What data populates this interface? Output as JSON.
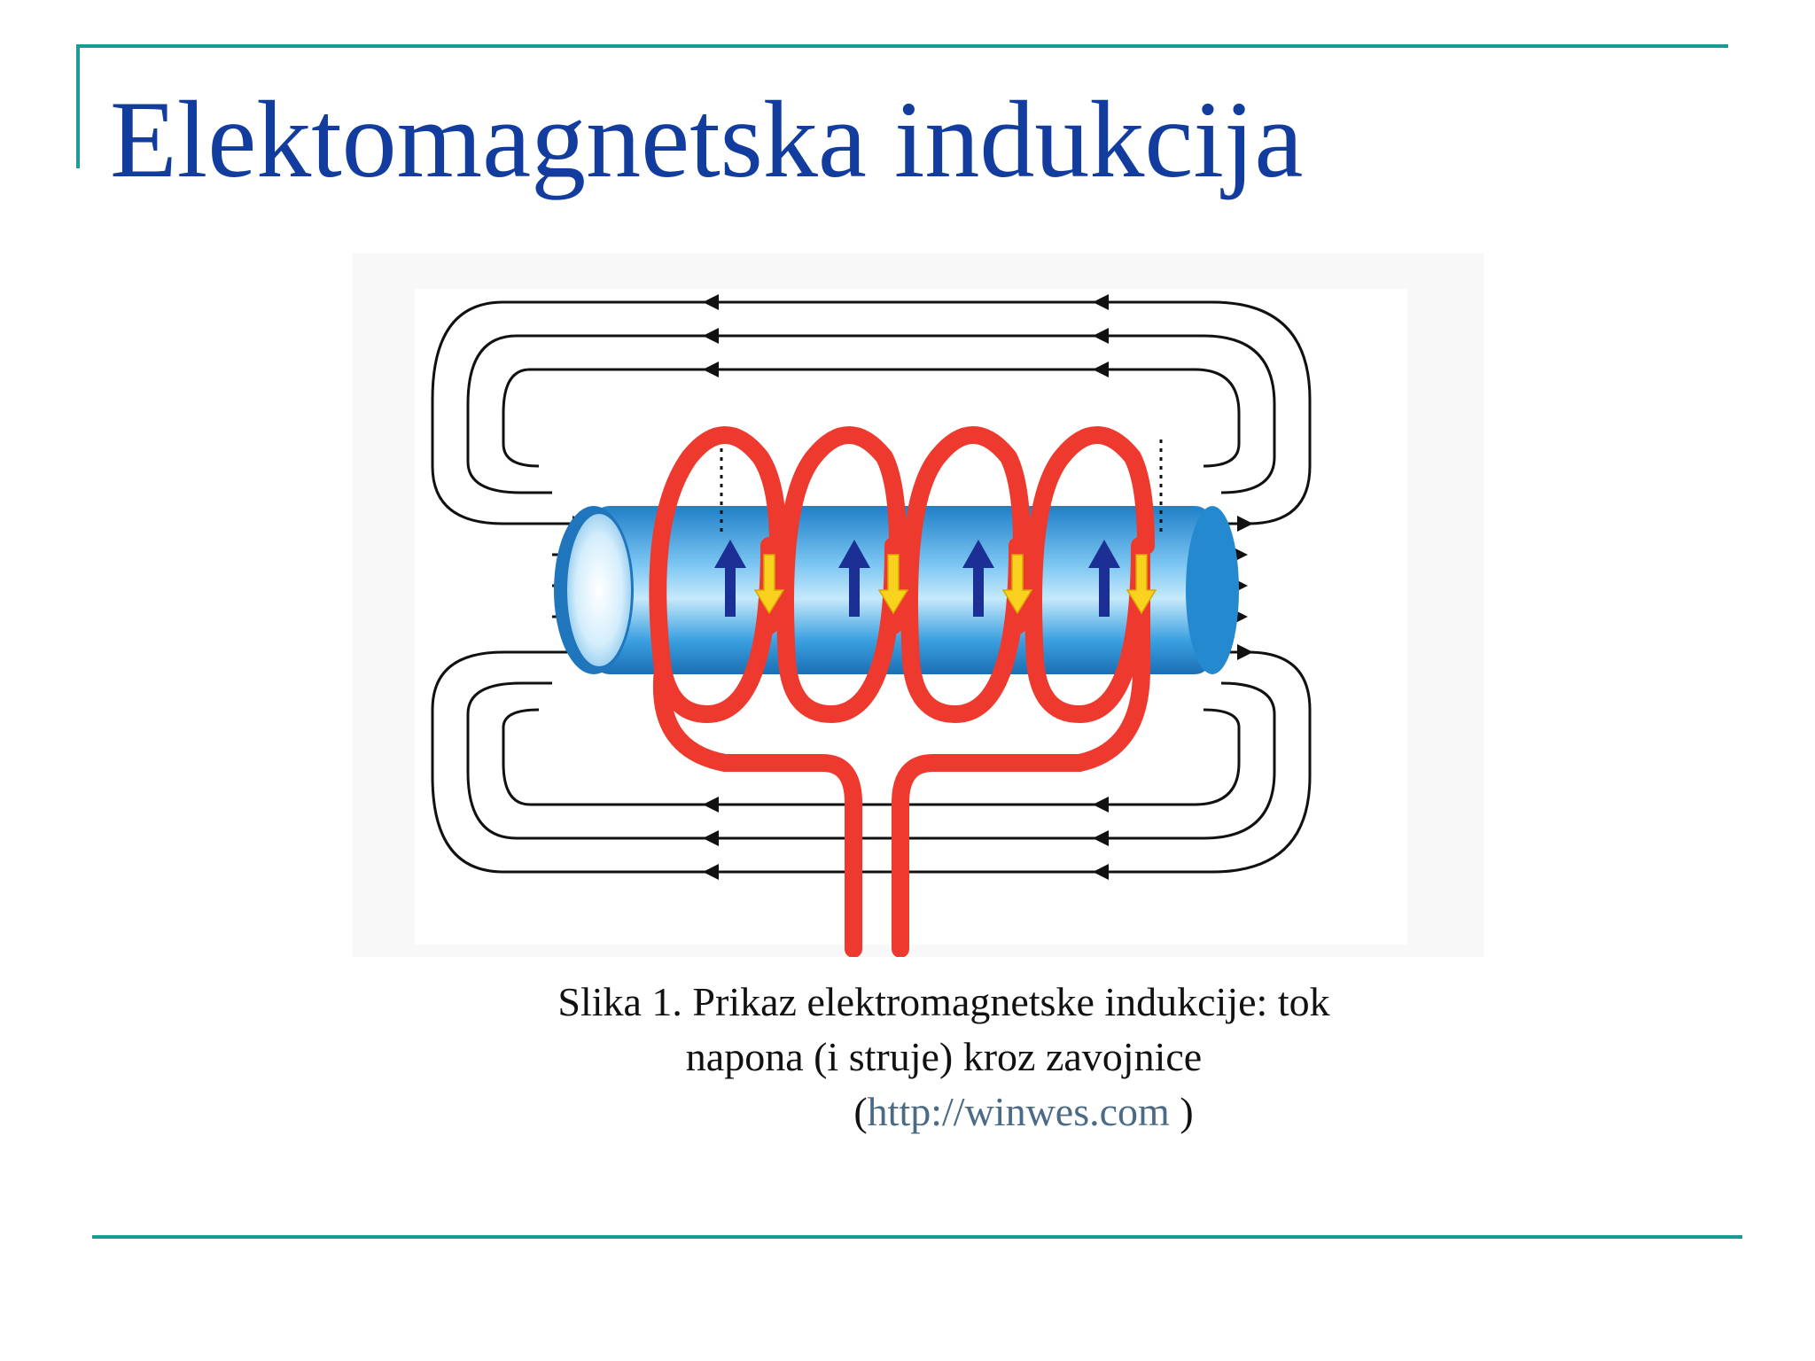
{
  "slide": {
    "title": "Elektomagnetska indukcija"
  },
  "figure": {
    "icons": [
      "solenoid-diagram",
      "magnetic-field-lines",
      "coil-wire",
      "current-arrows"
    ]
  },
  "caption": {
    "line1": "Slika 1. Prikaz elektromagnetske indukcije: tok",
    "line2": "napona (i struje) kroz zavojnice",
    "link_open": "(",
    "link_text": "http://winwes.com",
    "link_close": " )"
  },
  "colors": {
    "title": "#123d9e",
    "accent_line": "#1a9a94",
    "coil": "#ee3a2e",
    "tube": "#2d93d6",
    "field_arrow": "#1c2f94",
    "current_arrow": "#f8d21e",
    "link": "#4a6a86"
  }
}
